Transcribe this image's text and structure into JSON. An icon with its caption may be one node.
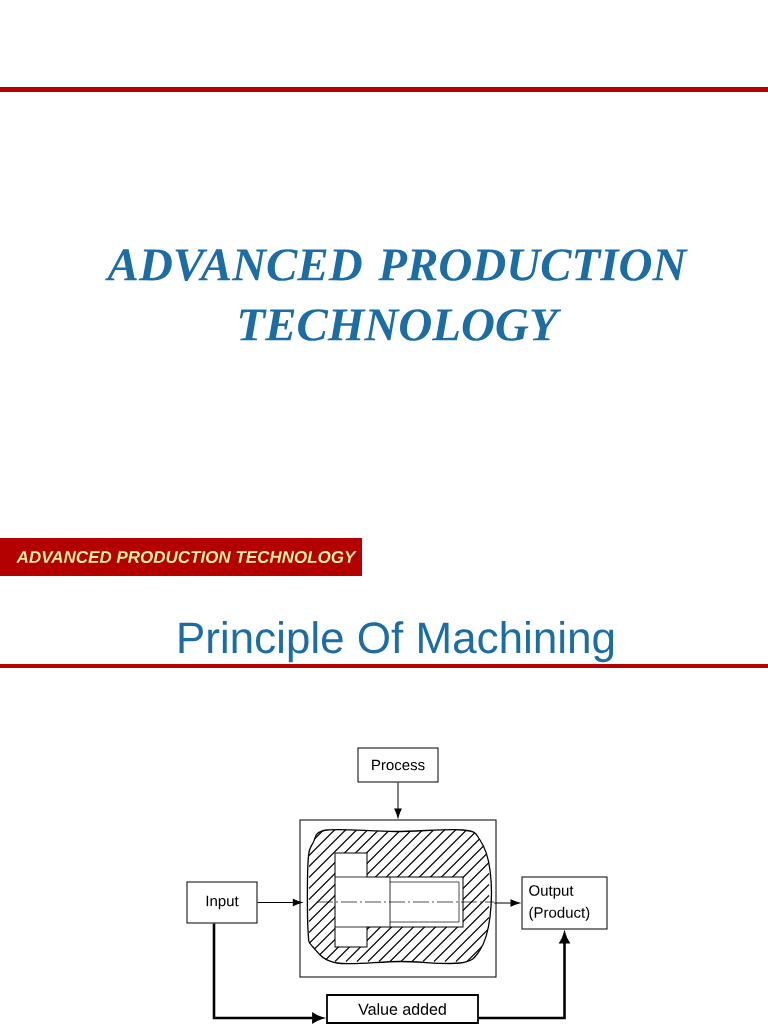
{
  "diagram": {
    "title": "Principle Of Machining",
    "nodes": [
      {
        "text": [
          "Process"
        ]
      },
      {
        "text": [
          "Input"
        ]
      },
      {
        "text": [],
        "shape": "box"
      },
      {
        "text": [],
        "shape": "picture",
        "in": 2
      },
      {
        "text": [
          "Output (Product)"
        ]
      },
      {
        "text": [
          "Value added"
        ]
      }
    ],
    "edges": [
      {
        "from": 0,
        "to": 2,
        "arrow": "to"
      },
      {
        "from": 1,
        "to": 3,
        "arrow": "to"
      },
      {
        "from": 3,
        "to": 4,
        "arrow": "to"
      },
      {
        "from": 1,
        "to": 5,
        "arrow": "to",
        "style": "thick"
      },
      {
        "from": 5,
        "to": 4,
        "arrow": "to",
        "style": "thick"
      }
    ],
    "labels": [
      "ADVANCED PRODUCTION TECHNOLOGY",
      "ADVANCED PRODUCTION TECHNOLOGY"
    ]
  }
}
